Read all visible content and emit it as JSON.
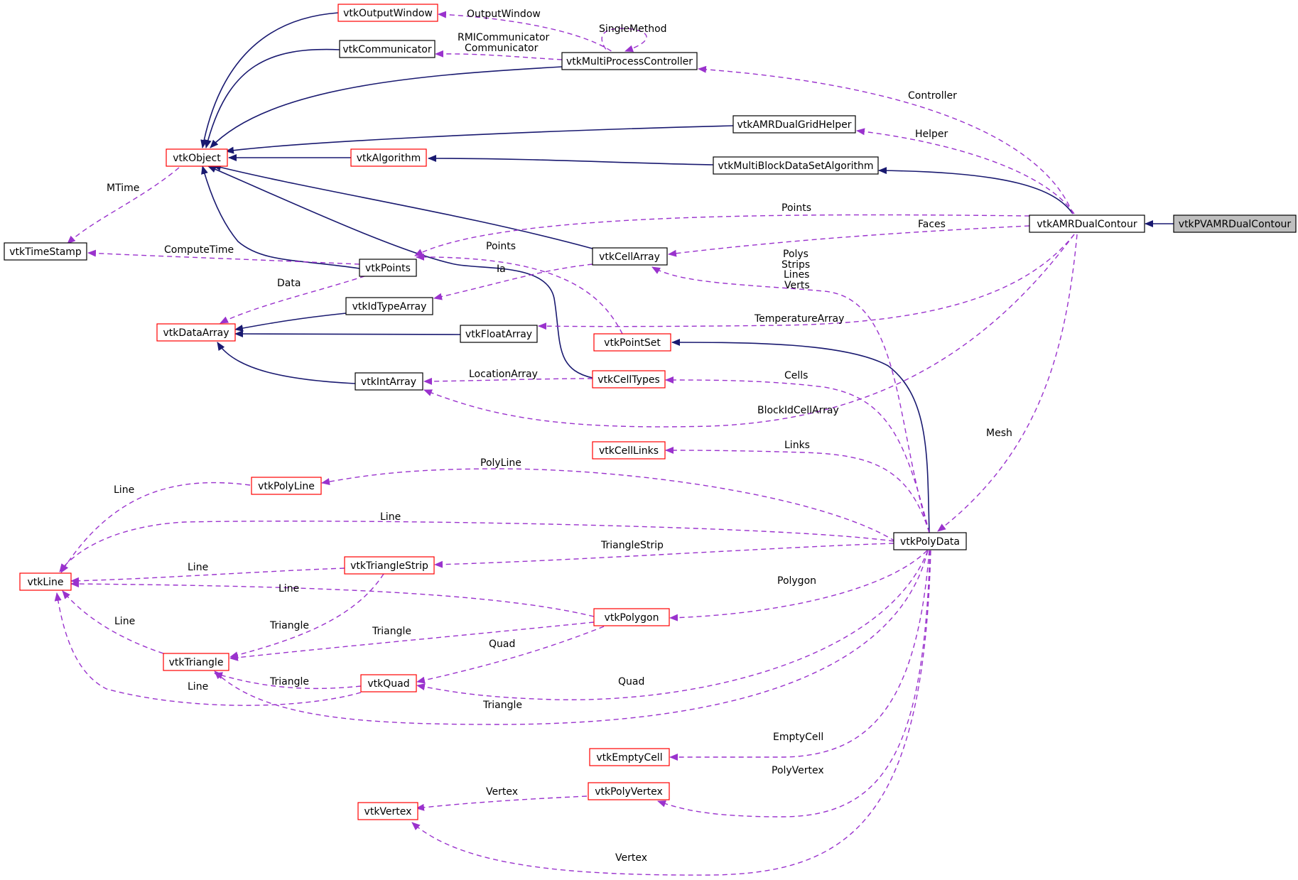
{
  "colors": {
    "inherit": "#191970",
    "usage": "#9a32cd",
    "node_border_black": "#000000",
    "node_border_red": "#ff0000",
    "highlight_fill": "#bfbfbf",
    "node_fill": "#ffffff"
  },
  "nodes": {
    "vtkPVAMRDualContour": "vtkPVAMRDualContour",
    "vtkAMRDualContour": "vtkAMRDualContour",
    "vtkMultiBlockDataSetAlgorithm": "vtkMultiBlockDataSetAlgorithm",
    "vtkAlgorithm": "vtkAlgorithm",
    "vtkObject": "vtkObject",
    "vtkTimeStamp": "vtkTimeStamp",
    "vtkMultiProcessController": "vtkMultiProcessController",
    "vtkCommunicator": "vtkCommunicator",
    "vtkOutputWindow": "vtkOutputWindow",
    "vtkAMRDualGridHelper": "vtkAMRDualGridHelper",
    "vtkPoints": "vtkPoints",
    "vtkDataArray": "vtkDataArray",
    "vtkIdTypeArray": "vtkIdTypeArray",
    "vtkFloatArray": "vtkFloatArray",
    "vtkIntArray": "vtkIntArray",
    "vtkCellArray": "vtkCellArray",
    "vtkPointSet": "vtkPointSet",
    "vtkCellTypes": "vtkCellTypes",
    "vtkCellLinks": "vtkCellLinks",
    "vtkPolyData": "vtkPolyData",
    "vtkPolyLine": "vtkPolyLine",
    "vtkLine": "vtkLine",
    "vtkTriangleStrip": "vtkTriangleStrip",
    "vtkPolygon": "vtkPolygon",
    "vtkTriangle": "vtkTriangle",
    "vtkQuad": "vtkQuad",
    "vtkEmptyCell": "vtkEmptyCell",
    "vtkPolyVertex": "vtkPolyVertex",
    "vtkVertex": "vtkVertex"
  },
  "edge_labels": {
    "output_window": "OutputWindow",
    "single_method": "SingleMethod",
    "rmi_communicator": "RMICommunicator",
    "communicator": "Communicator",
    "controller": "Controller",
    "helper": "Helper",
    "mtime": "MTime",
    "points_poly": "Points",
    "faces": "Faces",
    "compute_time": "ComputeTime",
    "points_pointset": "Points",
    "ia": "Ia",
    "polys": "Polys",
    "strips": "Strips",
    "lines": "Lines",
    "verts": "Verts",
    "data": "Data",
    "temperature_array": "TemperatureArray",
    "location_array": "LocationArray",
    "cells": "Cells",
    "block_id_cell_array": "BlockIdCellArray",
    "mesh": "Mesh",
    "links": "Links",
    "polyline": "PolyLine",
    "line_polyline": "Line",
    "line_polydata": "Line",
    "triangle_strip": "TriangleStrip",
    "line_strip": "Line",
    "line_polygon": "Line",
    "polygon": "Polygon",
    "line_triangle": "Line",
    "triangle_strip_tri": "Triangle",
    "triangle_polygon": "Triangle",
    "quad_polygon": "Quad",
    "triangle_quad": "Triangle",
    "line_quad": "Line",
    "quad_polydata": "Quad",
    "triangle_polydata": "Triangle",
    "empty_cell": "EmptyCell",
    "poly_vertex": "PolyVertex",
    "vertex_polyvertex": "Vertex",
    "vertex_polydata": "Vertex"
  }
}
